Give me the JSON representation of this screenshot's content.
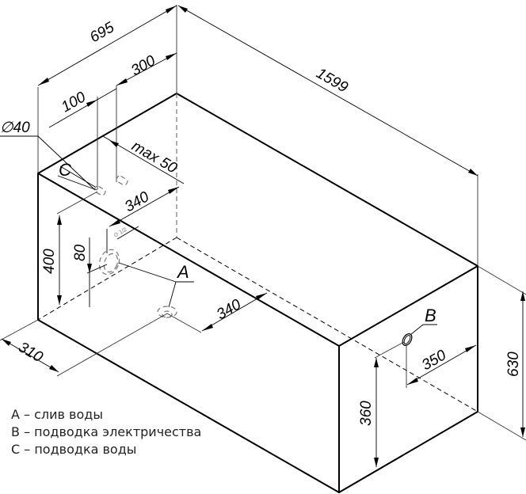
{
  "drawing": {
    "dimensions": {
      "width_total": "695",
      "length_total": "1599",
      "height_total": "630",
      "offset_300": "300",
      "offset_100": "100",
      "pipe_diameter": "∅40",
      "max_50": "max 50",
      "water_inlet_340": "340",
      "height_400": "400",
      "height_80": "80",
      "drain_340": "340",
      "depth_310": "310",
      "elec_350": "350",
      "elec_height_360": "360"
    },
    "markers": {
      "a": "A",
      "b": "B",
      "c": "C"
    },
    "small_note": "∅ 1/2"
  },
  "legend": {
    "items": [
      "A – слив воды",
      "B – подводка электричества",
      "C – подводка воды"
    ]
  }
}
